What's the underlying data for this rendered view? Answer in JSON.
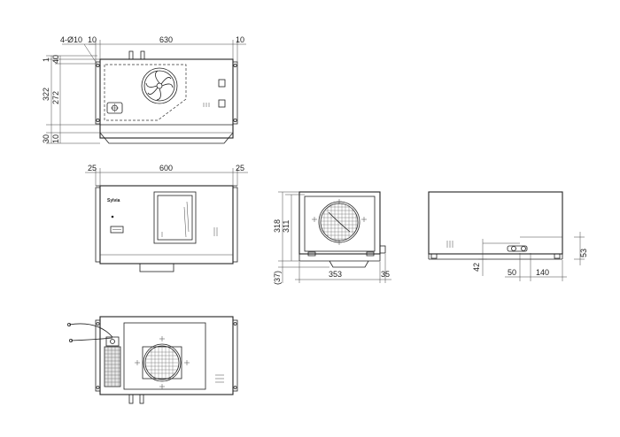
{
  "dims": {
    "top": {
      "holes": "4-Ø10",
      "left_margin": "10",
      "width": "630",
      "right_margin": "10",
      "top_small": "1",
      "v_40": "40",
      "v_272": "272",
      "v_322": "322",
      "v_30": "30",
      "v_10": "10"
    },
    "front": {
      "left": "25",
      "width": "600",
      "right": "25"
    },
    "side_left": {
      "h_318": "318",
      "h_311": "311",
      "h_37": "(37)",
      "w_353": "353",
      "w_35": "35"
    },
    "side_right": {
      "v_42": "42",
      "h_50": "50",
      "h_140": "140",
      "v_53": "53"
    }
  },
  "labels": {
    "brand": "Sylvia"
  }
}
